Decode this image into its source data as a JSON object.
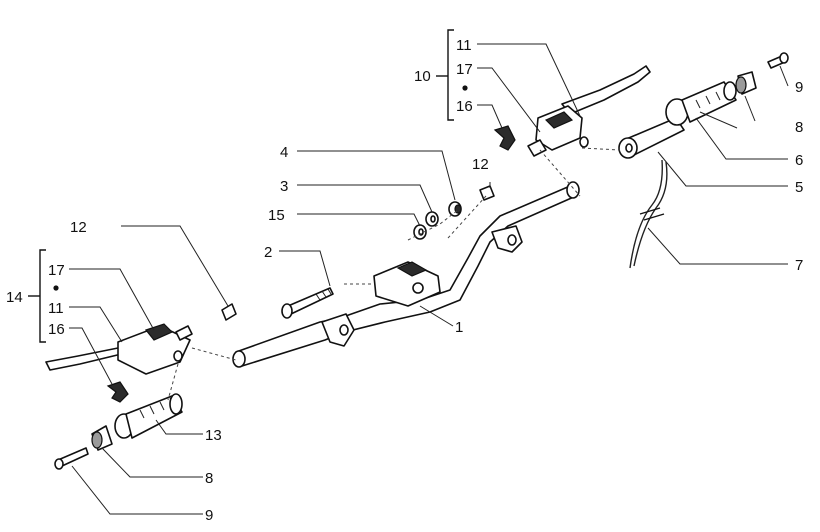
{
  "labels": {
    "l1": "1",
    "l2": "2",
    "l3": "3",
    "l4": "4",
    "l5": "5",
    "l6": "6",
    "l7": "7",
    "l8a": "8",
    "l8b": "8",
    "l9a": "9",
    "l9b": "9",
    "l10": "10",
    "l11a": "11",
    "l11b": "11",
    "l12a": "12",
    "l12b": "12",
    "l13": "13",
    "l14": "14",
    "l15": "15",
    "l16a": "16",
    "l16b": "16",
    "l17a": "17",
    "l17b": "17"
  }
}
